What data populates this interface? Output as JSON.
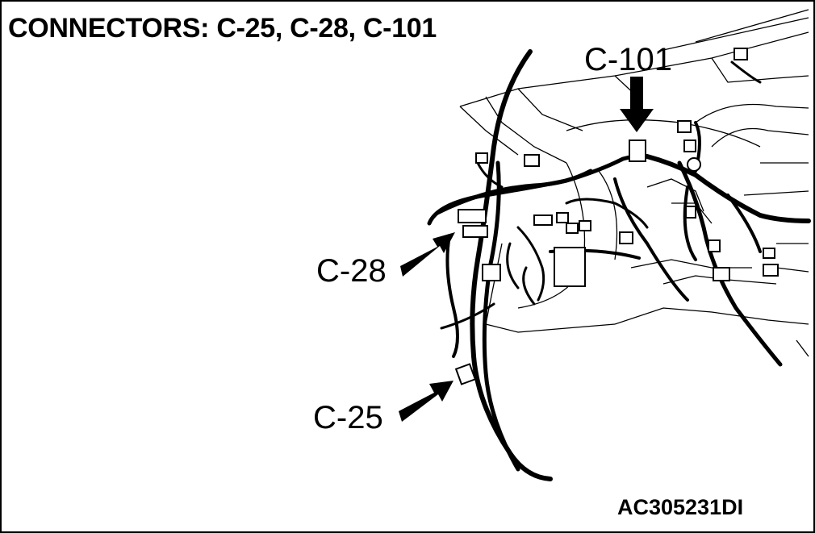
{
  "title": "CONNECTORS: C-25, C-28, C-101",
  "callouts": {
    "c101": "C-101",
    "c28": "C-28",
    "c25": "C-25"
  },
  "figure_code": "AC305231DI",
  "colors": {
    "ink": "#000000",
    "paper": "#ffffff"
  }
}
